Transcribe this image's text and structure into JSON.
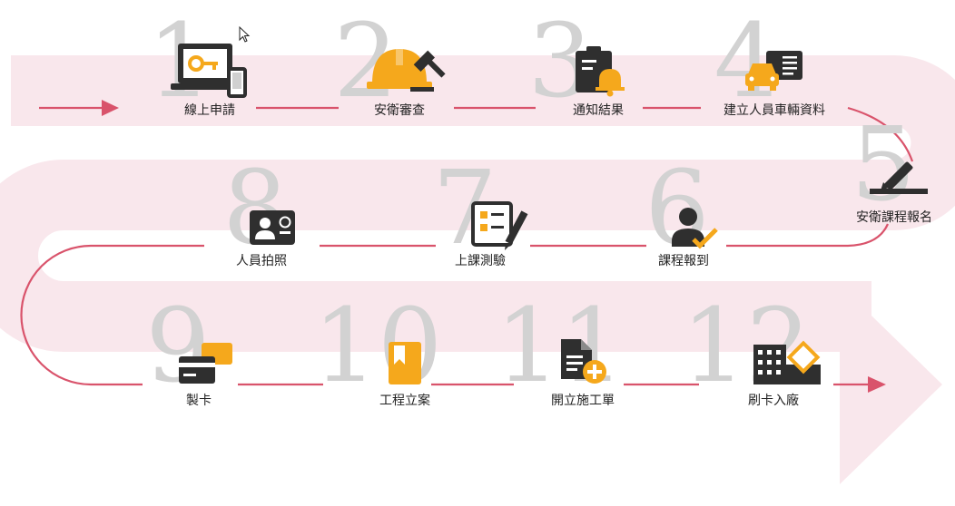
{
  "colors": {
    "band": "#f9e7ec",
    "line": "#d9536b",
    "accent": "#f5a81c",
    "icon": "#2f2f2f",
    "number": "#d2d2d2"
  },
  "steps": [
    {
      "number": "1",
      "label": "線上申請",
      "icon": "laptop-key-icon"
    },
    {
      "number": "2",
      "label": "安衛審查",
      "icon": "hardhat-gavel-icon"
    },
    {
      "number": "3",
      "label": "通知結果",
      "icon": "clipboard-bell-icon"
    },
    {
      "number": "4",
      "label": "建立人員車輛資料",
      "icon": "car-idcard-icon"
    },
    {
      "number": "5",
      "label": "安衛課程報名",
      "icon": "pen-signature-icon"
    },
    {
      "number": "6",
      "label": "課程報到",
      "icon": "person-check-icon"
    },
    {
      "number": "7",
      "label": "上課測驗",
      "icon": "checklist-pencil-icon"
    },
    {
      "number": "8",
      "label": "人員拍照",
      "icon": "id-photo-icon"
    },
    {
      "number": "9",
      "label": "製卡",
      "icon": "cards-icon"
    },
    {
      "number": "10",
      "label": "工程立案",
      "icon": "bookmark-card-icon"
    },
    {
      "number": "11",
      "label": "開立施工單",
      "icon": "document-add-icon"
    },
    {
      "number": "12",
      "label": "刷卡入廠",
      "icon": "building-access-icon"
    }
  ]
}
